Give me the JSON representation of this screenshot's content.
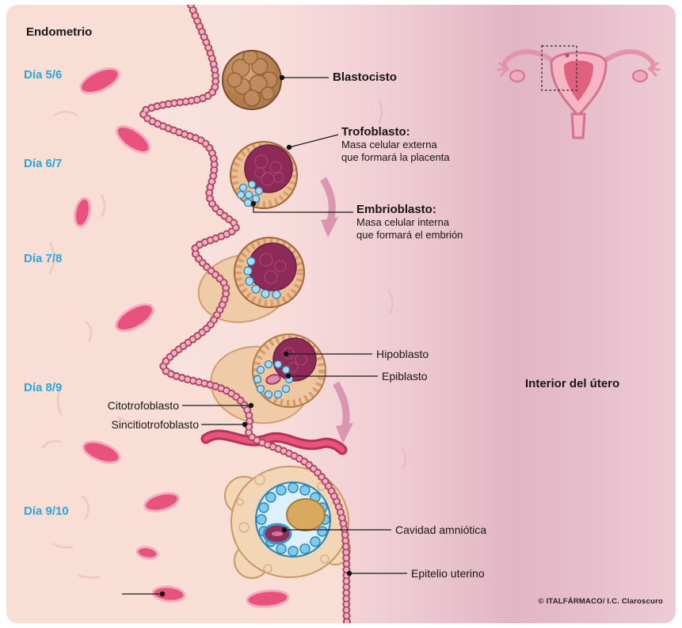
{
  "header": {
    "region_title": "Endometrio",
    "right_region_title": "Interior del útero"
  },
  "days": [
    {
      "label": "Día 5/6"
    },
    {
      "label": "Día 6/7"
    },
    {
      "label": "Día 7/8"
    },
    {
      "label": "Día 8/9"
    },
    {
      "label": "Día 9/10"
    }
  ],
  "callouts": {
    "blastocisto": {
      "title": "Blastocisto"
    },
    "trofoblasto": {
      "title": "Trofoblasto:",
      "line1": "Masa celular externa",
      "line2": "que formará la placenta"
    },
    "embrioblasto": {
      "title": "Embrioblasto:",
      "line1": "Masa celular interna",
      "line2": "que formará el embrión"
    },
    "hipoblasto": "Hipoblasto",
    "epiblasto": "Epiblasto",
    "citotrofoblasto": "Citotrofoblasto",
    "sincitiotrofoblasto": "Sincitiotrofoblasto",
    "cavidad_amniotica": "Cavidad amniótica",
    "epitelio_uterino": "Epitelio uterino"
  },
  "credit": "© ITALFÁRMACO/ I.C. Claroscuro",
  "colors": {
    "day_label": "#2aa7de",
    "vessel_pink": "#e8537d",
    "vessel_dark": "#b5305a",
    "inner_mass_magenta": "#8e2a58",
    "embryo_blue": "#7ecbea",
    "trophoblast_tan": "#ecbf94",
    "tissue_pink": "#f9ded6",
    "arrow_pink": "#d486a8"
  }
}
